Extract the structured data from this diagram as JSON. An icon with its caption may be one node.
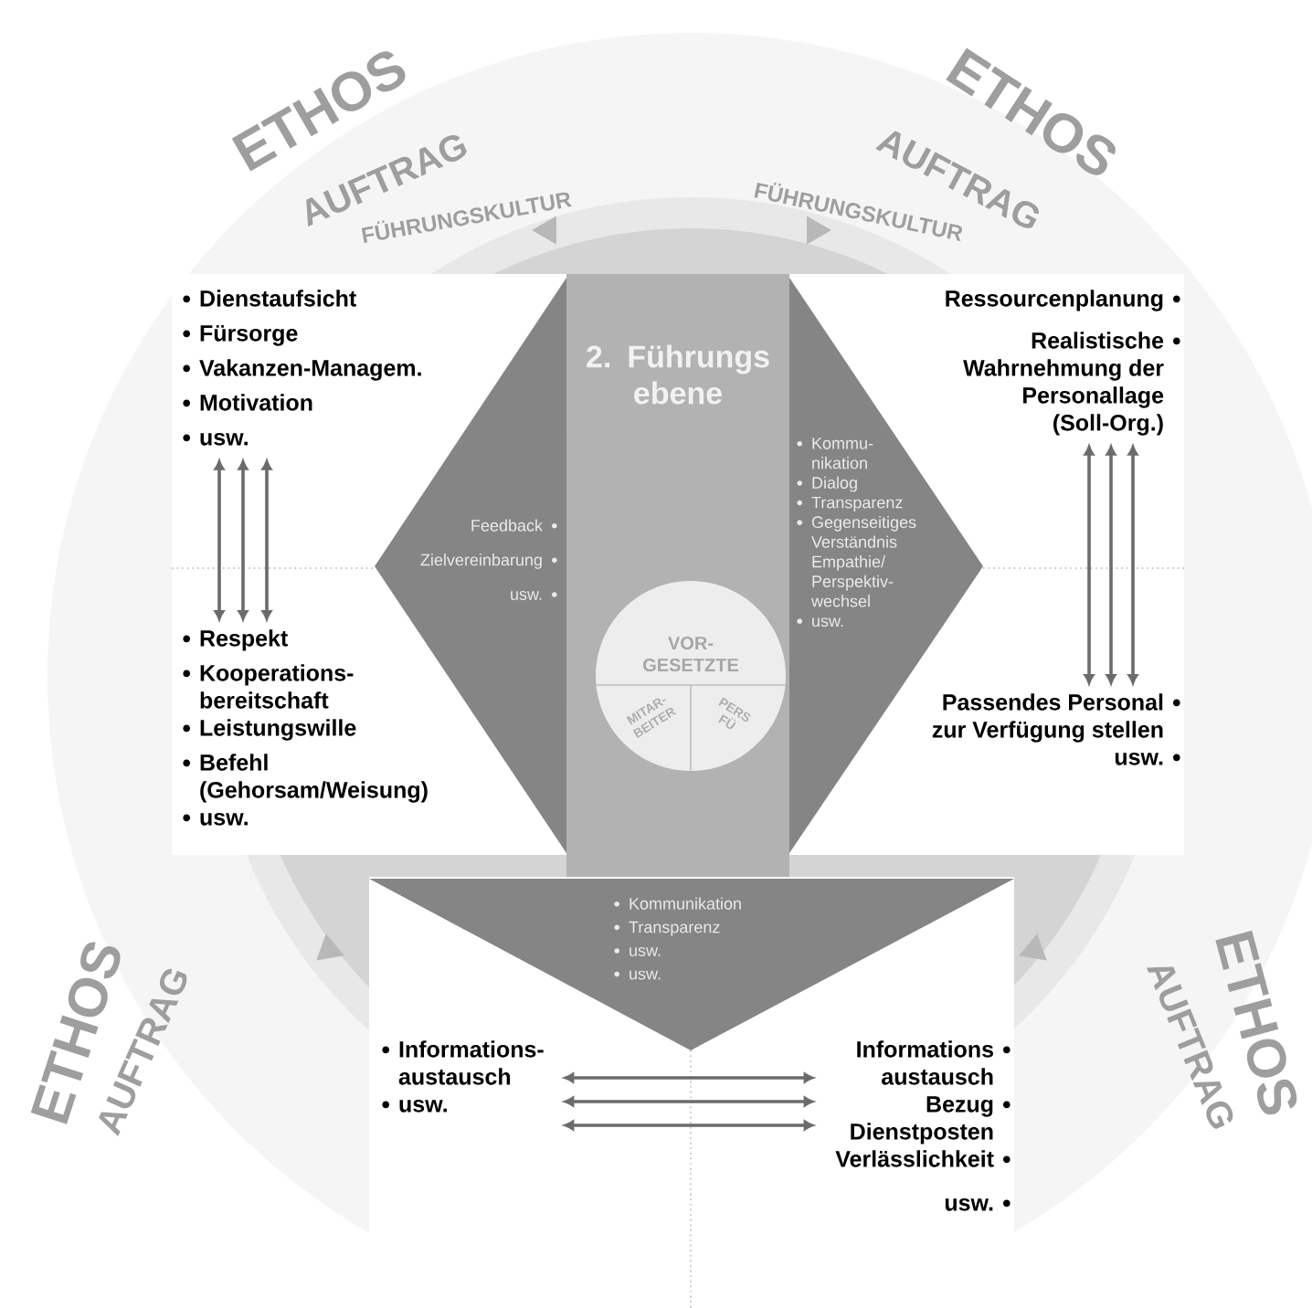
{
  "diagram": {
    "nodes": [
      {
        "text": [
          "Dienstaufsicht",
          "Fürsorge",
          "Vakanzen-Managem.",
          "Motivation",
          "usw."
        ]
      },
      {
        "text": [
          "Respekt",
          "Kooperations- bereitschaft",
          "Leistungswille",
          "Befehl (Gehorsam/Weisung)",
          "usw."
        ]
      },
      {
        "text": [
          "Ressourcenplanung",
          "Realistische Wahrnehmung der Personallage (Soll-Org.)"
        ]
      },
      {
        "text": [
          "Passendes Personal zur Verfügung stellen",
          "usw."
        ]
      },
      {
        "text": [
          "Informations- austausch",
          "usw."
        ]
      },
      {
        "text": [
          "Informations austausch",
          "Bezug Dienstposten",
          "Verlässlichkeit",
          "usw."
        ]
      },
      {
        "text": [
          "Feedback",
          "Zielvereinbarung",
          "usw."
        ]
      },
      {
        "text": [
          "Kommu- nikation",
          "Dialog",
          "Transparenz",
          "Gegenseitiges Verständnis Empathie/ Perspektiv- wechsel",
          "usw."
        ]
      },
      {
        "text": [
          "Kommunikation",
          "Transparenz",
          "usw.",
          "usw."
        ]
      },
      {
        "text": [
          "2. Führungs ebene"
        ]
      },
      {
        "text": [
          "VOR- GESETZTE"
        ],
        "in": 9
      },
      {
        "text": [
          "MITAR- BEITER"
        ],
        "in": 10
      },
      {
        "text": [
          "PERS FÜ"
        ],
        "in": 10
      }
    ],
    "edges": [
      {
        "from": 0,
        "to": 1,
        "arrow": "both"
      },
      {
        "from": 0,
        "to": 1,
        "arrow": "both"
      },
      {
        "from": 0,
        "to": 1,
        "arrow": "both"
      },
      {
        "from": 2,
        "to": 3,
        "arrow": "both"
      },
      {
        "from": 2,
        "to": 3,
        "arrow": "both"
      },
      {
        "from": 2,
        "to": 3,
        "arrow": "both"
      },
      {
        "from": 4,
        "to": 5,
        "arrow": "both"
      },
      {
        "from": 4,
        "to": 5,
        "arrow": "both"
      },
      {
        "from": 4,
        "to": 5,
        "arrow": "both"
      }
    ],
    "labels": [
      "ETHOS",
      "AUFTRAG",
      "FÜHRUNGSKULTUR",
      "ETHOS",
      "AUFTRAG",
      "FÜHRUNGSKULTUR",
      "ETHOS",
      "AUFTRAG",
      "ETHOS",
      "AUFTRAG"
    ]
  }
}
